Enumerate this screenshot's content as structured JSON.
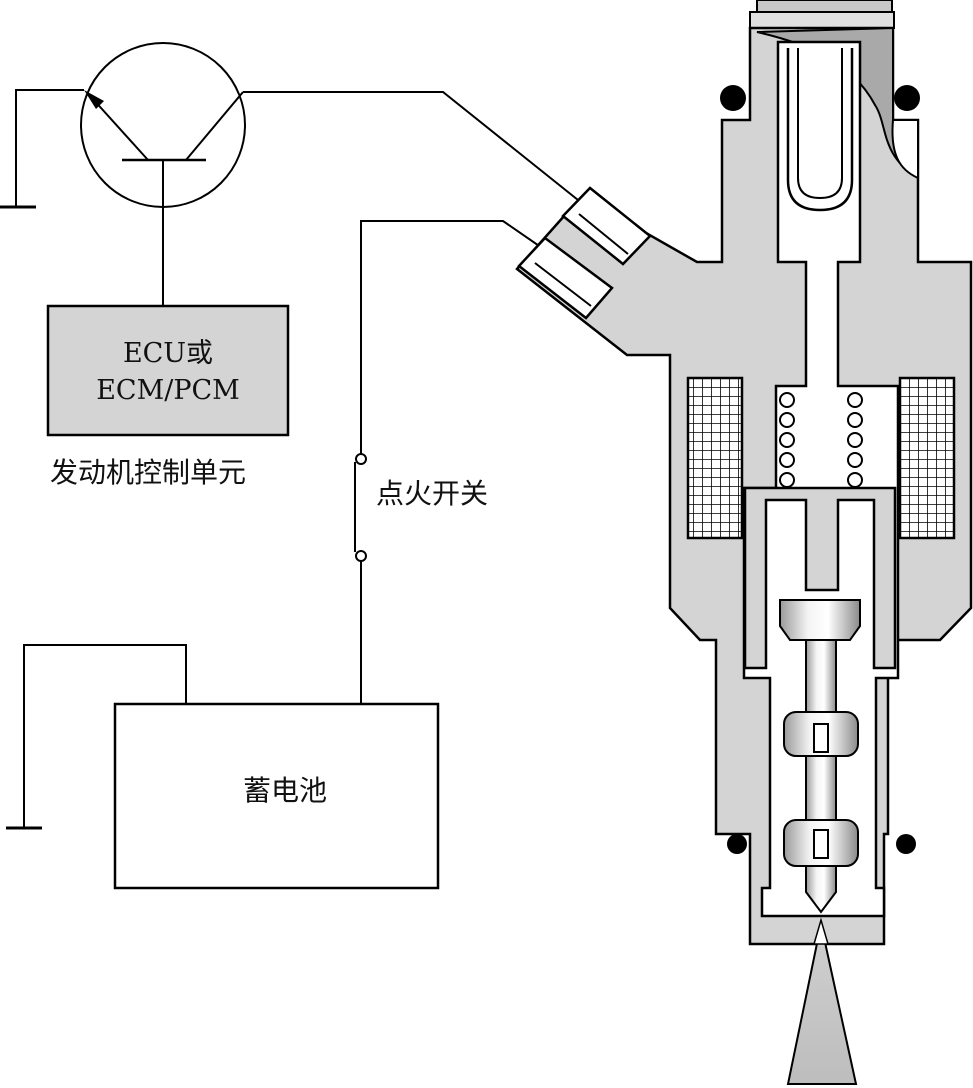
{
  "ecu": {
    "line1": "ECU或",
    "line2": "ECM/PCM",
    "caption": "发动机控制单元"
  },
  "ignition_switch": {
    "label": "点火开关"
  },
  "battery": {
    "label": "蓄电池"
  }
}
